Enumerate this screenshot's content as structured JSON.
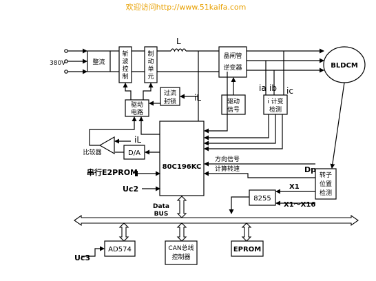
{
  "header": {
    "text": "欢迎访问http://www.51kaifa.com",
    "color": "#e8a000"
  },
  "supply": {
    "voltage": "380V"
  },
  "blocks": {
    "rectifier": "整流",
    "filter_line1": "斩",
    "filter_line2": "波",
    "filter_line3": "控",
    "filter_line4": "制",
    "brake_line1": "制",
    "brake_line2": "动",
    "brake_line3": "单",
    "brake_line4": "元",
    "inverter_line1": "晶闸管",
    "inverter_line2": "逆变器",
    "motor": "BLDCM",
    "overcurrent_line1": "过流",
    "overcurrent_line2": "封锁",
    "drive_circuit_line1": "驱动",
    "drive_circuit_line2": "电路",
    "drive_signal_line1": "驱动",
    "drive_signal_line2": "信号",
    "current_detect_line1": "i 计变",
    "current_detect_line2": "检测",
    "dac": "D/A",
    "mcu": "80C196KC",
    "eeprom": "串行E2PROM",
    "rotor_detect_line1": "转子",
    "rotor_detect_line2": "位置",
    "rotor_detect_line3": "检测",
    "ppi": "8255",
    "adc": "AD574",
    "can_line1": "CAN总线",
    "can_line2": "控制器",
    "eprom": "EPROM",
    "comparator": "比较器"
  },
  "labels": {
    "inductor": "L",
    "il_right": "iL",
    "il_left": "iL",
    "ia": "ia",
    "ib": "ib",
    "ic": "ic",
    "direction": "方向信号",
    "speed": "计算转速",
    "dp": "Dp",
    "x1": "X1",
    "x_range": "X1～X16",
    "uc2": "Uc2",
    "uc3": "Uc3",
    "data_bus_line1": "Data",
    "data_bus_line2": "BUS"
  }
}
